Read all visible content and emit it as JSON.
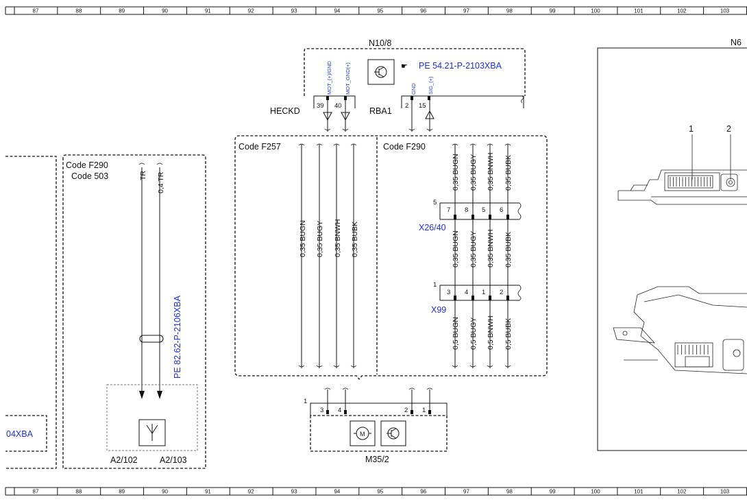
{
  "grid": [
    "87",
    "88",
    "89",
    "90",
    "91",
    "92",
    "93",
    "94",
    "95",
    "96",
    "97",
    "98",
    "99",
    "100",
    "101",
    "102",
    "103"
  ],
  "n10_8": {
    "title": "N10/8",
    "ref": "PE 54.21-P-2103XBA",
    "pin_names": [
      "MOT_(+)/GND",
      "MOT_GND(+)",
      "GND",
      "SIG_(+)"
    ],
    "pins": [
      "39",
      "40",
      "2",
      "15"
    ],
    "heckd": "HECKD",
    "rba1": "RBA1"
  },
  "code_left_a": "Code F290",
  "code_left_b": "Code 503",
  "left_wires": [
    "TR",
    "0,4 TR"
  ],
  "pe_left": "PE 82.62-P-2106XBA",
  "left_ref_fragment": "04XBA",
  "a2_labels": [
    "A2/102",
    "A2/103"
  ],
  "code_f257": "Code F257",
  "f257_wires": [
    "0,35 BUGN",
    "0,35 BUGY",
    "0,35 BNWH",
    "0,35 BUBK"
  ],
  "code_f290": "Code F290",
  "f290_top_wires": [
    "0,35 BUGN",
    "0,35 BUGY",
    "0,35 BNWH",
    "0,35 BUBK"
  ],
  "x26_40": {
    "label": "X26/40",
    "num": "5",
    "pins": [
      "7",
      "8",
      "5",
      "6"
    ]
  },
  "f290_mid_wires": [
    "0,35 BUGN",
    "0,35 BUGY",
    "0,35 BNWH",
    "0,35 BUBK"
  ],
  "x99": {
    "label": "X99",
    "num": "1",
    "pins": [
      "3",
      "4",
      "1",
      "2"
    ]
  },
  "f290_bot_wires": [
    "0,5 BUGN",
    "0,5 BUGY",
    "0,5 BNWH",
    "0,5 BUBK"
  ],
  "m35_2": {
    "label": "M35/2",
    "num": "1",
    "pins": [
      "3",
      "4",
      "2",
      "1"
    ],
    "motor": "M"
  },
  "right_panel": {
    "title": "N6",
    "callouts": [
      "1",
      "2"
    ]
  }
}
